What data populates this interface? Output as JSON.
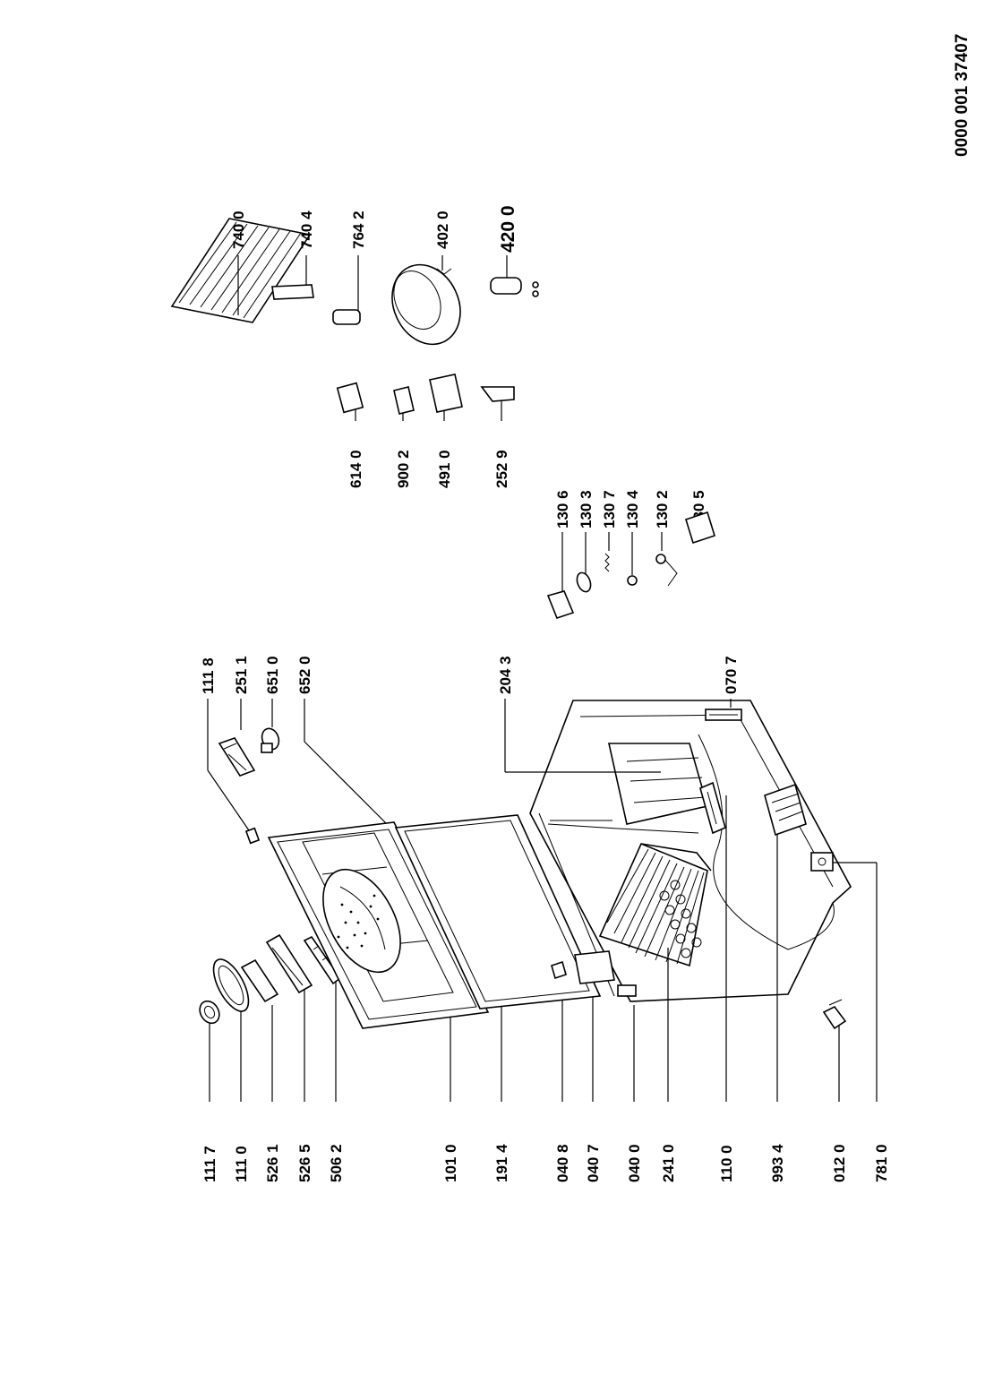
{
  "reference_number": "0000 001 37407",
  "labels": [
    "111 7",
    "111 0",
    "526 1",
    "526 5",
    "506 2",
    "101 0",
    "191 4",
    "040 8",
    "040 7",
    "040 0",
    "241 0",
    "110 0",
    "993 4",
    "012 0",
    "781 0",
    "111 8",
    "251 1",
    "651 0",
    "652 0",
    "204 3",
    "070 7",
    "130 6",
    "130 3",
    "130 7",
    "130 4",
    "130 2",
    "130 5",
    "614 0",
    "900 2",
    "491 0",
    "252 9",
    "740 0",
    "740 4",
    "764 2",
    "402 0",
    "420 0"
  ]
}
